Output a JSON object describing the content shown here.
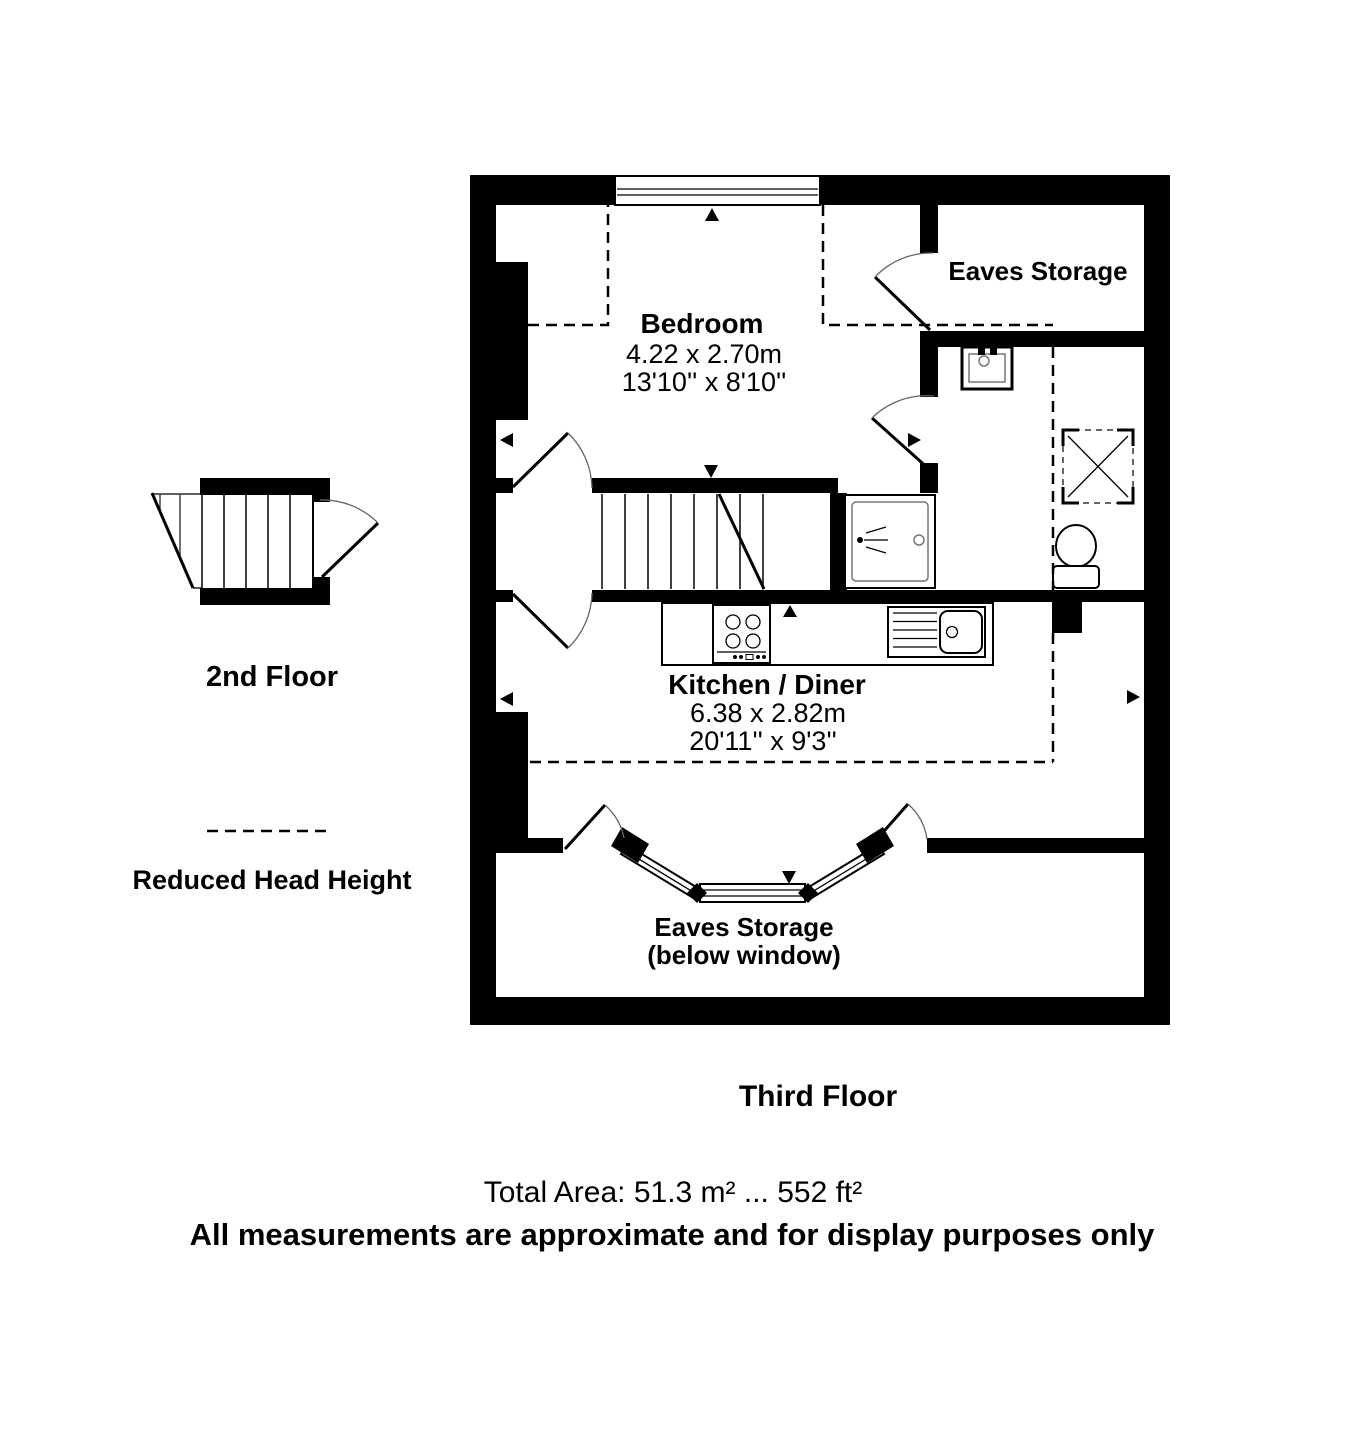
{
  "page": {
    "background_color": "#ffffff",
    "wall_color": "#000000"
  },
  "plan": {
    "title": "Third Floor",
    "rooms": {
      "bedroom": {
        "label": "Bedroom",
        "size_metric": "4.22 x 2.70m",
        "size_imperial": "13'10'' x 8'10''"
      },
      "kitchen_diner": {
        "label": "Kitchen / Diner",
        "size_metric": "6.38 x 2.82m",
        "size_imperial": "20'11'' x 9'3''"
      },
      "eaves_storage": {
        "label": "Eaves Storage"
      },
      "eaves_storage_below": {
        "label": "Eaves Storage",
        "sublabel": "(below window)"
      }
    }
  },
  "inset": {
    "label": "2nd Floor"
  },
  "legend": {
    "label": "Reduced Head Height"
  },
  "footer": {
    "total_area": "Total Area: 51.3 m² ... 552 ft²",
    "disclaimer": "All measurements are approximate and for display purposes only"
  }
}
